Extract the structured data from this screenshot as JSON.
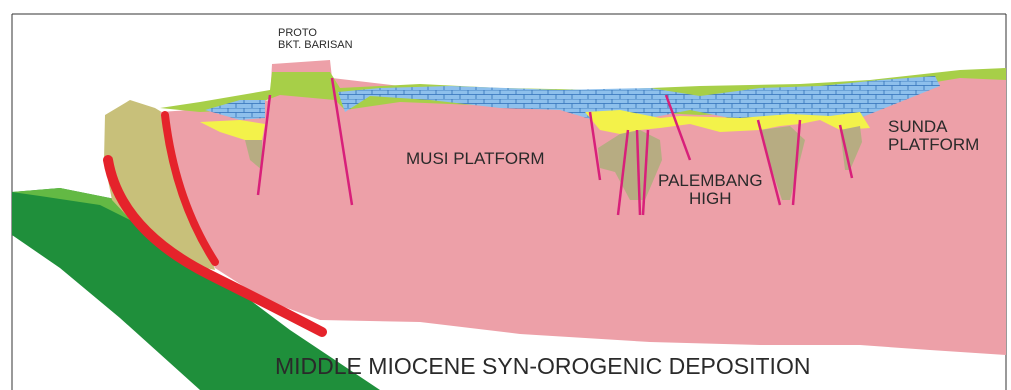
{
  "labels": {
    "proto_barisan": "PROTO\nBKT. BARISAN",
    "musi_platform": "MUSI PLATFORM",
    "palembang_high": "PALEMBANG\nHIGH",
    "sunda_platform": "SUNDA\nPLATFORM"
  },
  "title": "MIDDLE MIOCENE SYN-OROGENIC DEPOSITION",
  "colors": {
    "basement": "#eda0a8",
    "green_cover": "#a7cf48",
    "carbonate_blue": "#7fb5e6",
    "yellow_sediment": "#f3f24a",
    "olive_infill": "#b7ac82",
    "khaki_wedge": "#c8c07a",
    "dark_green_slab": "#1f8f3b",
    "red_thrust": "#e5232b",
    "magenta_fault": "#d8207a"
  }
}
